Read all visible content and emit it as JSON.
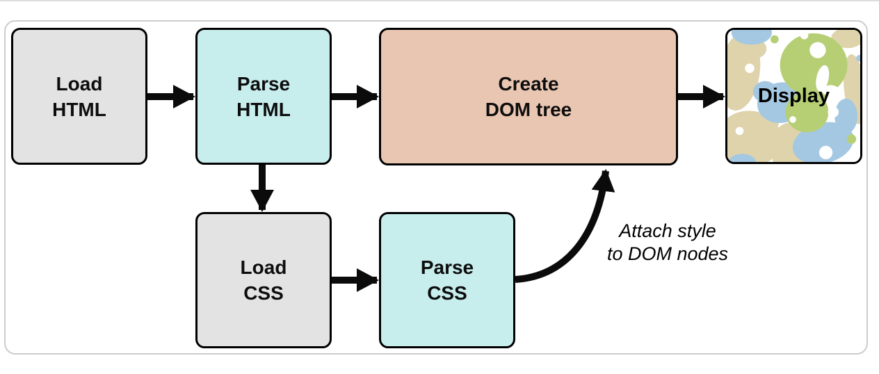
{
  "diagram": {
    "title_hint": "Browser page rendering flow",
    "nodes": [
      {
        "id": "load-html",
        "label": "Load\nHTML",
        "fill": "#e3e3e3"
      },
      {
        "id": "parse-html",
        "label": "Parse\nHTML",
        "fill": "#c8eded"
      },
      {
        "id": "create-dom-tree",
        "label": "Create\nDOM tree",
        "fill": "#e9c6b1"
      },
      {
        "id": "display",
        "label": "Display",
        "fill": "pattern"
      },
      {
        "id": "load-css",
        "label": "Load\nCSS",
        "fill": "#e3e3e3"
      },
      {
        "id": "parse-css",
        "label": "Parse\nCSS",
        "fill": "#c8eded"
      }
    ],
    "edges": [
      {
        "from": "load-html",
        "to": "parse-html"
      },
      {
        "from": "parse-html",
        "to": "create-dom-tree"
      },
      {
        "from": "create-dom-tree",
        "to": "display"
      },
      {
        "from": "parse-html",
        "to": "load-css"
      },
      {
        "from": "load-css",
        "to": "parse-css"
      },
      {
        "from": "parse-css",
        "to": "create-dom-tree",
        "label": "Attach style\nto DOM nodes",
        "style": "curved"
      }
    ],
    "annotation": "Attach style\nto DOM nodes",
    "colors": {
      "box_border": "#000000",
      "arrow": "#0b0b0b",
      "frame_border": "#cccccc",
      "box_gray": "#e3e3e3",
      "box_cyan": "#c8eded",
      "box_salmon": "#e9c6b1",
      "pattern_green": "#b6cf75",
      "pattern_blue": "#a5c8e2",
      "pattern_tan": "#ded3ab",
      "pattern_bg": "#ffffff"
    }
  }
}
